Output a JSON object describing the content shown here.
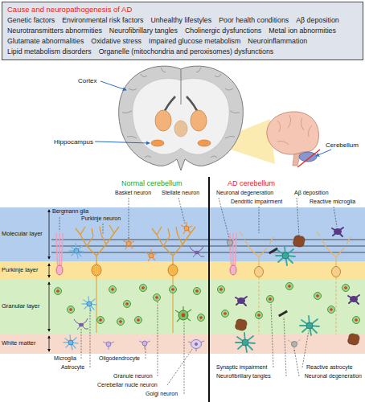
{
  "diagram": {
    "nodes": [
      {
        "text": [
          "Cause and neuropathogenesis of AD",
          "Genetic factors",
          "Environmental risk factors",
          "Unhealthy lifestyles",
          "Poor health conditions",
          "Aβ deposition",
          "Neurotransmitters abnormities",
          "Neurofibrillary tangles",
          "Cholinergic dysfunctions",
          "Metal ion abnormities",
          "Glutamate abnormalities",
          "Oxidative stress",
          "Impaired glucose metabolism",
          "Neuroinflammation",
          "Lipid metabolism disorders",
          "Organelle (mitochondria and peroxisomes) dysfunctions"
        ]
      },
      {
        "text": [
          "Molecular layer"
        ]
      },
      {
        "text": [
          "Purkinje layer"
        ]
      },
      {
        "text": [
          "Granular layer"
        ]
      },
      {
        "text": [
          "White matter"
        ]
      }
    ],
    "labels": [
      "Cortex",
      "Hippocampus",
      "Cerebellum",
      "Normal cerebellum",
      "AD cerebellum",
      "Bergmann glia",
      "Purkinje neuron",
      "Basket neuron",
      "Stellate neuron",
      "Neuronal degeneration",
      "Dendritic impairment",
      "Aβ deposition",
      "Reactive microglia",
      "Microglia",
      "Oligodendrocyte",
      "Astrocyte",
      "Granule neuron",
      "Cerebellar nucle neuron",
      "Golgi neuron",
      "Synaptic impairment",
      "Neurofibrillary tangles",
      "Reactive astrocyte",
      "Neuronal degeneration"
    ]
  }
}
